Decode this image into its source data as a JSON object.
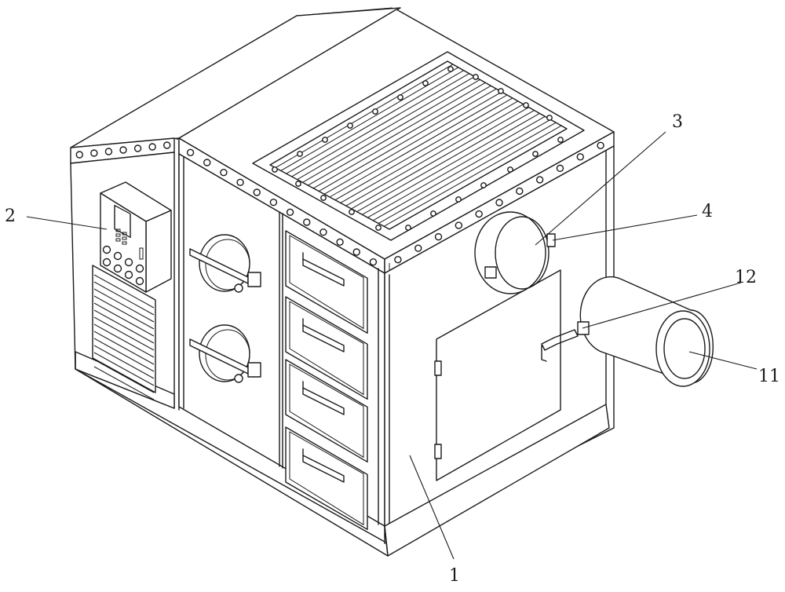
{
  "labels": {
    "main_body": "1",
    "control_box": "2",
    "upper_pipe": "3",
    "upper_clamp": "4",
    "outlet_pipe": "11",
    "outlet_clamp": "12"
  },
  "control_panel": {
    "display_rows": 2,
    "knob_count": 8
  }
}
